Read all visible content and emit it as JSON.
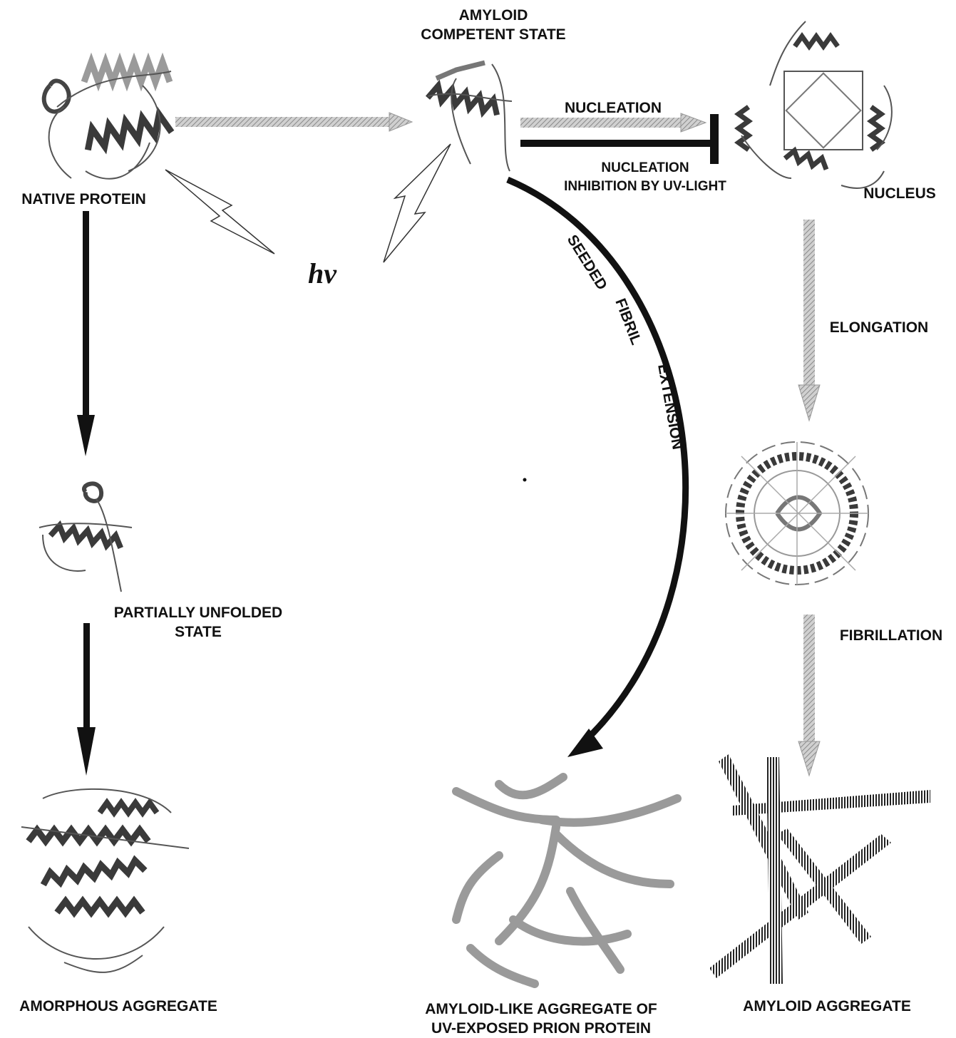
{
  "labels": {
    "amyloid_competent_line1": "AMYLOID",
    "amyloid_competent_line2": "COMPETENT STATE",
    "native_protein": "NATIVE PROTEIN",
    "nucleation": "NUCLEATION",
    "nucleation_inhibition_line1": "NUCLEATION",
    "nucleation_inhibition_line2": "INHIBITION BY UV-LIGHT",
    "nucleus": "NUCLEUS",
    "elongation": "ELONGATION",
    "fibrillation": "FIBRILLATION",
    "partially_unfolded_line1": "PARTIALLY UNFOLDED",
    "partially_unfolded_line2": "STATE",
    "amorphous_aggregate": "AMORPHOUS AGGREGATE",
    "amyloid_like_line1": "AMYLOID-LIKE AGGREGATE OF",
    "amyloid_like_line2": "UV-EXPOSED PRION PROTEIN",
    "amyloid_aggregate": "AMYLOID AGGREGATE",
    "hv": "hν",
    "seeded_words": [
      "SEEDED",
      "FIBRIL",
      "EXTENSION"
    ]
  },
  "colors": {
    "ink": "#111111",
    "arrow_gray": "#a8a8a8",
    "helix": "#3a3a3a",
    "helix_light": "#9a9a9a",
    "sheet": "#8c8c8c"
  }
}
